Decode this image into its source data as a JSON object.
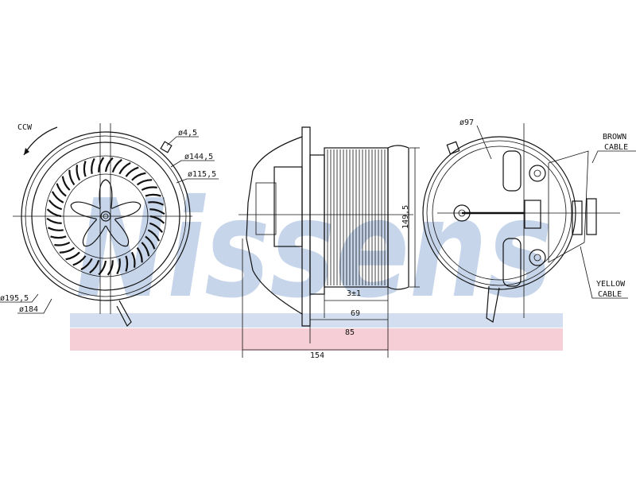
{
  "watermark": {
    "text": "Nissens",
    "color": "#c6d5ea",
    "band_blue": "#d3dff0",
    "band_pink": "#f6cfd6"
  },
  "front_view": {
    "rotation": "CCW",
    "dims": {
      "hole": "ø4,5",
      "d1": "ø144,5",
      "d2": "ø115,5",
      "outer": "ø195,5",
      "inner": "ø184"
    }
  },
  "side_view": {
    "dims": {
      "height": "149,5",
      "gap": "3±1",
      "w1": "69",
      "w2": "85",
      "total": "154"
    }
  },
  "rear_view": {
    "dims": {
      "d": "ø97"
    },
    "brown_cable": [
      "BROWN",
      "CABLE"
    ],
    "yellow_cable": [
      "YELLOW",
      "CABLE"
    ]
  }
}
